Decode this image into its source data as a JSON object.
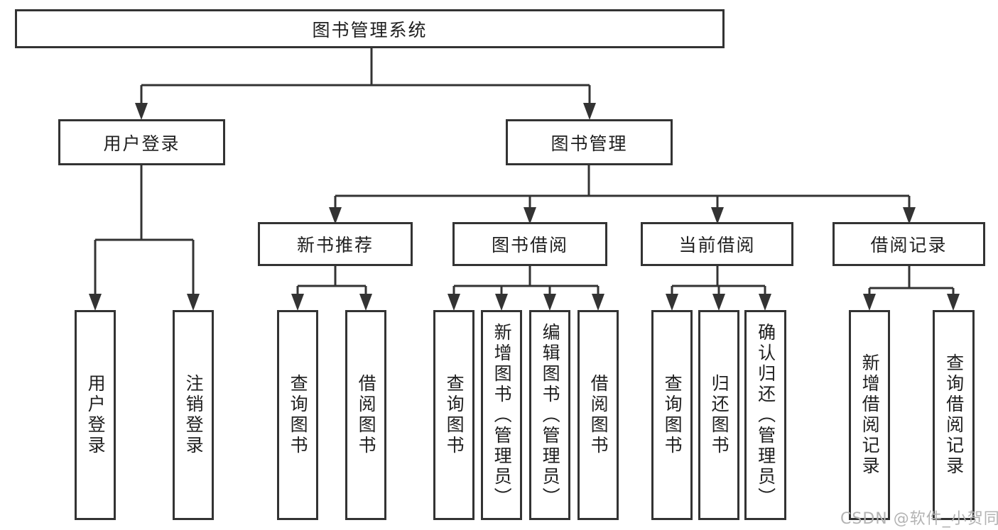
{
  "diagram": {
    "root": {
      "label": "图书管理系统"
    },
    "branches": [
      {
        "label": "用户登录",
        "leaves": [
          {
            "label": "用户登录"
          },
          {
            "label": "注销登录"
          }
        ]
      },
      {
        "label": "图书管理",
        "sections": [
          {
            "label": "新书推荐",
            "leaves": [
              {
                "label": "查询图书"
              },
              {
                "label": "借阅图书"
              }
            ]
          },
          {
            "label": "图书借阅",
            "leaves": [
              {
                "label": "查询图书"
              },
              {
                "label": "新增图书（管理员）"
              },
              {
                "label": "编辑图书（管理员）"
              },
              {
                "label": "借阅图书"
              }
            ]
          },
          {
            "label": "当前借阅",
            "leaves": [
              {
                "label": "查询图书"
              },
              {
                "label": "归还图书"
              },
              {
                "label": "确认归还（管理员）"
              }
            ]
          },
          {
            "label": "借阅记录",
            "leaves": [
              {
                "label": "新增借阅记录"
              },
              {
                "label": "查询借阅记录"
              }
            ]
          }
        ]
      }
    ]
  },
  "watermark": {
    "text": "CSDN @软件_小贺同学"
  },
  "colors": {
    "line": "#333333",
    "box_border": "#333333",
    "box_fill": "#ffffff",
    "text": "#1f1f1f",
    "watermark": "#b3b3b3",
    "background": "#ffffff"
  }
}
